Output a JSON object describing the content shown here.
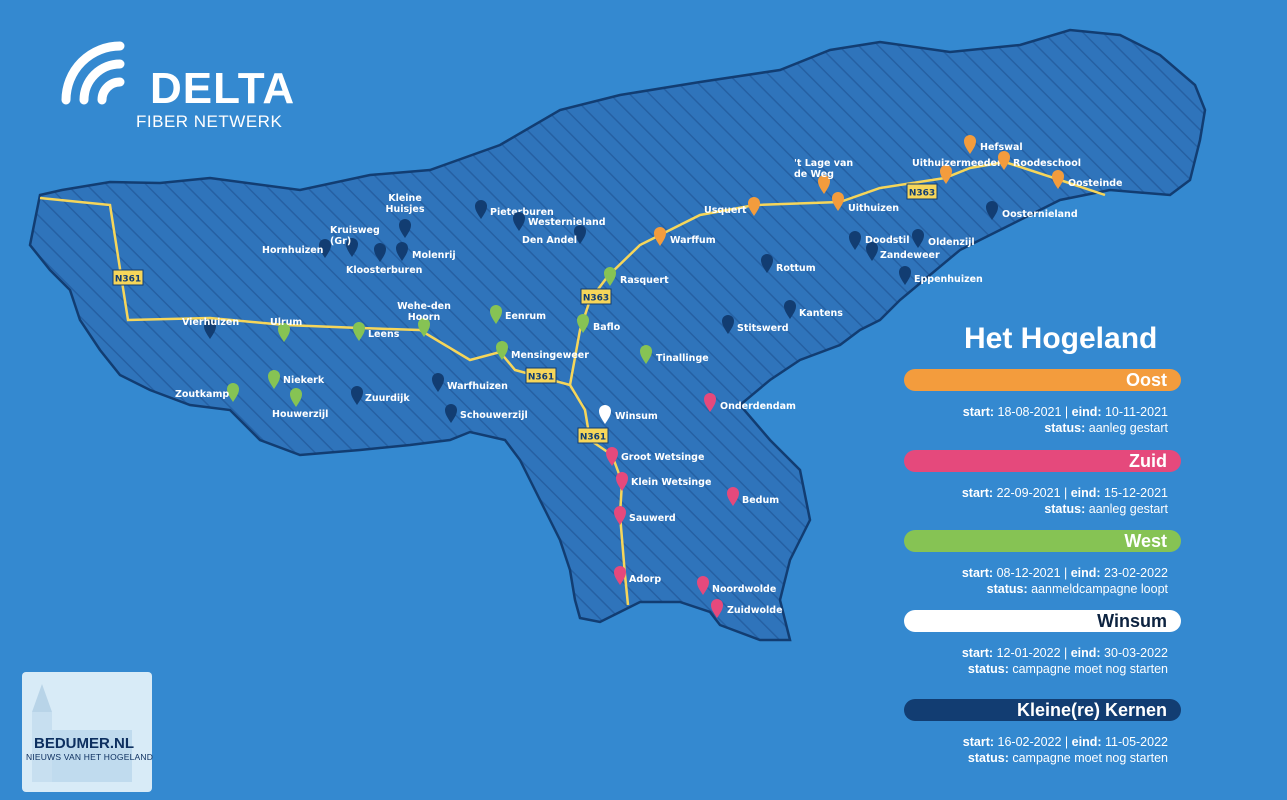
{
  "brand": {
    "name": "DELTA",
    "subtitle": "FIBER NETWERK",
    "color": "#ffffff"
  },
  "map": {
    "background": "#3489d0",
    "region_fill": "#2e6fb6",
    "road_color": "#f6d65a",
    "roads": [
      "N361",
      "N361",
      "N361",
      "N363",
      "N363"
    ],
    "markers": [
      {
        "label": "Hefswal",
        "group": "oost"
      },
      {
        "label": "Uithuizermeeden",
        "group": "oost"
      },
      {
        "label": "Roodeschool",
        "group": "oost"
      },
      {
        "label": "'t Lage van\nde Weg",
        "group": "oost"
      },
      {
        "label": "Oosteinde",
        "group": "oost"
      },
      {
        "label": "Usquert",
        "group": "oost"
      },
      {
        "label": "Uithuizen",
        "group": "oost"
      },
      {
        "label": "Warffum",
        "group": "oost"
      },
      {
        "label": "Oosternieland",
        "group": "kernen"
      },
      {
        "label": "Pieterburen",
        "group": "kernen"
      },
      {
        "label": "Westernieland",
        "group": "kernen"
      },
      {
        "label": "Den Andel",
        "group": "kernen"
      },
      {
        "label": "Kleine\nHuisjes",
        "group": "kernen"
      },
      {
        "label": "Kruisweg\n(Gr)",
        "group": "kernen"
      },
      {
        "label": "Hornhuizen",
        "group": "kernen"
      },
      {
        "label": "Molenrij",
        "group": "kernen"
      },
      {
        "label": "Kloosterburen",
        "group": "kernen"
      },
      {
        "label": "Doodstil",
        "group": "kernen"
      },
      {
        "label": "Oldenzijl",
        "group": "kernen"
      },
      {
        "label": "Zandeweer",
        "group": "kernen"
      },
      {
        "label": "Rottum",
        "group": "kernen"
      },
      {
        "label": "Eppenhuizen",
        "group": "kernen"
      },
      {
        "label": "Kantens",
        "group": "kernen"
      },
      {
        "label": "Stitswerd",
        "group": "kernen"
      },
      {
        "label": "Vierhuizen",
        "group": "kernen"
      },
      {
        "label": "Zuurdijk",
        "group": "kernen"
      },
      {
        "label": "Warfhuizen",
        "group": "kernen"
      },
      {
        "label": "Schouwerzijl",
        "group": "kernen"
      },
      {
        "label": "Rasquert",
        "group": "west"
      },
      {
        "label": "Baflo",
        "group": "west"
      },
      {
        "label": "Eenrum",
        "group": "west"
      },
      {
        "label": "Wehe-den\nHoorn",
        "group": "west"
      },
      {
        "label": "Ulrum",
        "group": "west"
      },
      {
        "label": "Leens",
        "group": "west"
      },
      {
        "label": "Mensingeweer",
        "group": "west"
      },
      {
        "label": "Tinallinge",
        "group": "west"
      },
      {
        "label": "Zoutkamp",
        "group": "west"
      },
      {
        "label": "Niekerk",
        "group": "west"
      },
      {
        "label": "Houwerzijl",
        "group": "west"
      },
      {
        "label": "Winsum",
        "group": "winsum"
      },
      {
        "label": "Onderdendam",
        "group": "zuid"
      },
      {
        "label": "Groot Wetsinge",
        "group": "zuid"
      },
      {
        "label": "Klein Wetsinge",
        "group": "zuid"
      },
      {
        "label": "Bedum",
        "group": "zuid"
      },
      {
        "label": "Sauwerd",
        "group": "zuid"
      },
      {
        "label": "Adorp",
        "group": "zuid"
      },
      {
        "label": "Noordwolde",
        "group": "zuid"
      },
      {
        "label": "Zuidwolde",
        "group": "zuid"
      }
    ]
  },
  "legend": {
    "title": "Het Hogeland",
    "groups": {
      "oost": {
        "name": "Oost",
        "color": "#f39c3d",
        "text_color": "#ffffff",
        "start": "18-08-2021",
        "end": "10-11-2021",
        "status": "aanleg gestart"
      },
      "zuid": {
        "name": "Zuid",
        "color": "#e5497c",
        "text_color": "#ffffff",
        "start": "22-09-2021",
        "end": "15-12-2021",
        "status": "aanleg gestart"
      },
      "west": {
        "name": "West",
        "color": "#86c354",
        "text_color": "#ffffff",
        "start": "08-12-2021",
        "end": "23-02-2022",
        "status": "aanmeldcampagne loopt"
      },
      "winsum": {
        "name": "Winsum",
        "color": "#ffffff",
        "text_color": "#0d2340",
        "start": "12-01-2022",
        "end": "30-03-2022",
        "status": "campagne moet nog starten"
      },
      "kernen": {
        "name": "Kleine(re) Kernen",
        "color": "#123d72",
        "text_color": "#ffffff",
        "start": "16-02-2022",
        "end": "11-05-2022",
        "status": "campagne moet nog starten"
      }
    },
    "labels": {
      "start": "start:",
      "end": "eind:",
      "separator": "|",
      "status": "status:"
    }
  },
  "badge": {
    "name": "BEDUMER.NL",
    "subtitle": "NIEUWS VAN HET HOGELAND"
  }
}
